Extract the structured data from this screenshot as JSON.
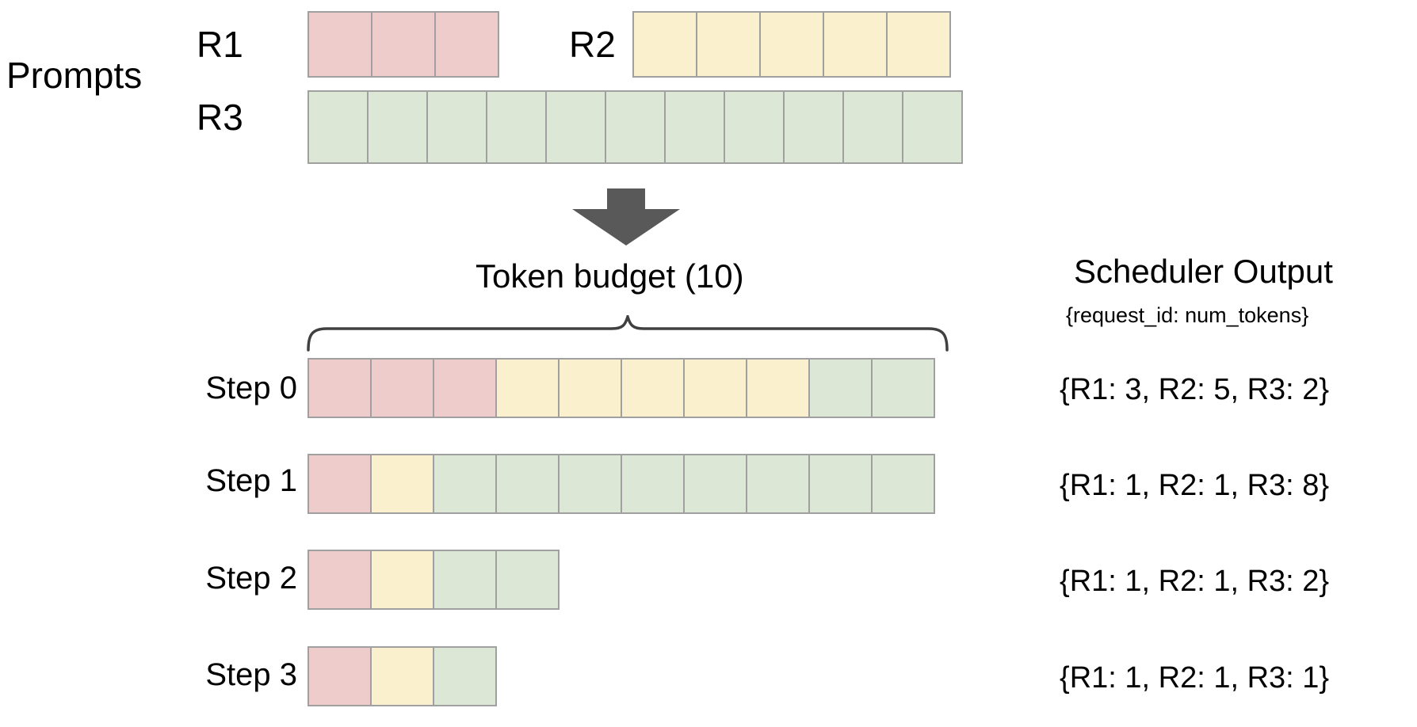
{
  "diagram": {
    "prompts_label": "Prompts",
    "budget_label": "Token  budget (10)",
    "arrow_icon": "down-arrow-icon",
    "brace_icon": "curly-brace-icon"
  },
  "prompts": {
    "requests": [
      {
        "id": "R1",
        "label": "R1",
        "num_tokens": 3,
        "color_key": "pink",
        "color": "#eecccc"
      },
      {
        "id": "R2",
        "label": "R2",
        "num_tokens": 5,
        "color_key": "yellow",
        "color": "#faf0cd"
      },
      {
        "id": "R3",
        "label": "R3",
        "num_tokens": 11,
        "color_key": "green",
        "color": "#dce7d5"
      }
    ]
  },
  "scheduler": {
    "title": "Scheduler Output",
    "subtitle": "{request_id: num_tokens}",
    "token_budget": 10,
    "steps": [
      {
        "label": "Step 0",
        "output": "{R1: 3, R2: 5, R3: 2}",
        "allocation": [
          {
            "request": "R1",
            "count": 3,
            "color_key": "pink"
          },
          {
            "request": "R2",
            "count": 5,
            "color_key": "yellow"
          },
          {
            "request": "R3",
            "count": 2,
            "color_key": "green"
          }
        ]
      },
      {
        "label": "Step 1",
        "output": "{R1: 1, R2: 1, R3: 8}",
        "allocation": [
          {
            "request": "R1",
            "count": 1,
            "color_key": "pink"
          },
          {
            "request": "R2",
            "count": 1,
            "color_key": "yellow"
          },
          {
            "request": "R3",
            "count": 8,
            "color_key": "green"
          }
        ]
      },
      {
        "label": "Step 2",
        "output": "{R1: 1, R2: 1, R3: 2}",
        "allocation": [
          {
            "request": "R1",
            "count": 1,
            "color_key": "pink"
          },
          {
            "request": "R2",
            "count": 1,
            "color_key": "yellow"
          },
          {
            "request": "R3",
            "count": 2,
            "color_key": "green"
          }
        ]
      },
      {
        "label": "Step 3",
        "output": "{R1: 1, R2: 1, R3: 1}",
        "allocation": [
          {
            "request": "R1",
            "count": 1,
            "color_key": "pink"
          },
          {
            "request": "R2",
            "count": 1,
            "color_key": "yellow"
          },
          {
            "request": "R3",
            "count": 1,
            "color_key": "green"
          }
        ]
      }
    ]
  },
  "colors": {
    "pink": "#eecccc",
    "yellow": "#faf0cd",
    "green": "#dce7d5",
    "cell_border": "#a0a0a0",
    "arrow": "#595959",
    "brace": "#404040",
    "text": "#000000",
    "background": "#ffffff"
  }
}
